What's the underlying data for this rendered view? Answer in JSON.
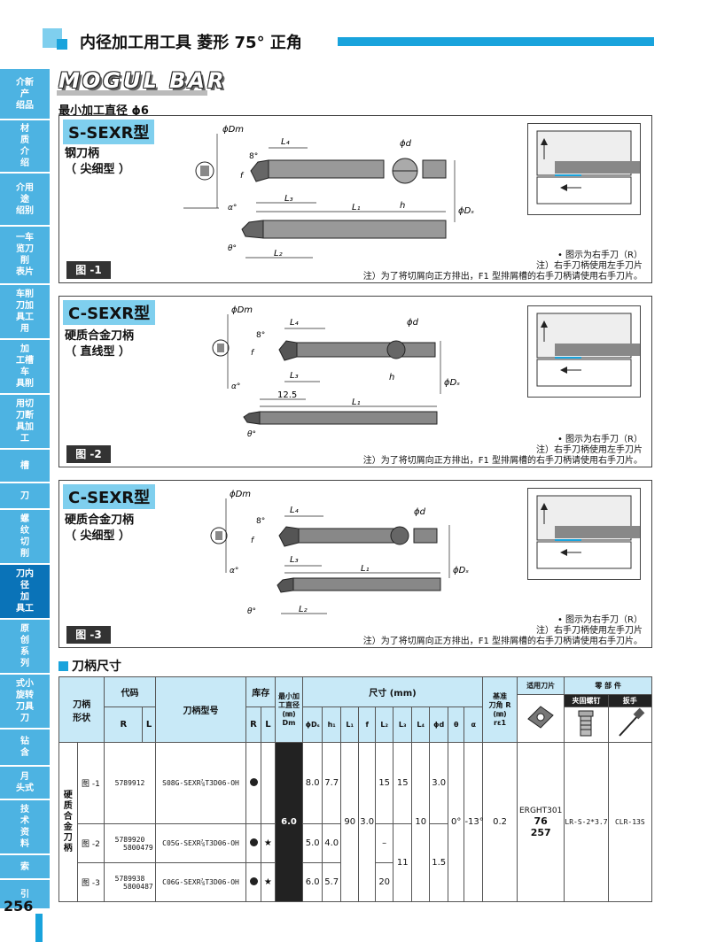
{
  "header": {
    "title": "内径加工用工具 菱形 75° 正角"
  },
  "sidebar": {
    "items": [
      {
        "label": "介新\n产\n绍品"
      },
      {
        "label": "材\n质\n介\n绍"
      },
      {
        "label": "介用\n途\n绍别"
      },
      {
        "label": "一车\n览刀\n削\n表片"
      },
      {
        "label": "车削\n刀加\n具工\n用"
      },
      {
        "label": "加\n工槽\n车\n具削"
      },
      {
        "label": "用切\n刀断\n具加\n工"
      },
      {
        "label": "槽"
      },
      {
        "label": "刀"
      },
      {
        "label": "螺\n纹\n切\n削"
      },
      {
        "label": "刀内\n径\n加\n具工"
      },
      {
        "label": "原\n创\n系\n列"
      },
      {
        "label": "式小\n旋转\n刀具\n刀"
      },
      {
        "label": "钻\n含"
      },
      {
        "label": "月\n头式"
      },
      {
        "label": "技\n术\n资\n料"
      },
      {
        "label": "索"
      },
      {
        "label": "引"
      }
    ]
  },
  "page_number": "256",
  "product": {
    "name": "MOGUL BAR",
    "min_dia": "最小加工直径 ϕ6"
  },
  "panels": [
    {
      "title": "S-SEXR型",
      "sub1": "钢刀柄",
      "sub2": "（ 尖细型 ）",
      "fig": "图 -1",
      "note1": "• 图示为右手刀（R）",
      "note2": "注）右手刀柄使用左手刀片",
      "note3": "注）为了将切屑向正方排出，F1 型排屑槽的右手刀柄请使用右手刀片。",
      "labels": {
        "l4": "L₄",
        "l3": "L₃",
        "l1": "L₁",
        "l2": "L₂",
        "dm": "ϕDm",
        "dd": "ϕd",
        "ds": "ϕDₛ",
        "h": "h",
        "f": "f",
        "a8": "8°",
        "alpha": "α°",
        "theta": "θ°"
      }
    },
    {
      "title": "C-SEXR型",
      "sub1": "硬质合金刀柄",
      "sub2": "（ 直线型 ）",
      "fig": "图 -2",
      "note1": "• 图示为右手刀（R）",
      "note2": "注）右手刀柄使用左手刀片",
      "note3": "注）为了将切屑向正方排出，F1 型排屑槽的右手刀柄请使用右手刀片。",
      "labels": {
        "l4": "L₄",
        "l3": "L₃",
        "l1": "L₁",
        "l2": "",
        "dm": "ϕDm",
        "dd": "ϕd",
        "ds": "ϕDₛ",
        "h": "h",
        "f": "f",
        "a8": "8°",
        "alpha": "α°",
        "theta": "θ°",
        "dim125": "12.5"
      }
    },
    {
      "title": "C-SEXR型",
      "sub1": "硬质合金刀柄",
      "sub2": "（ 尖细型 ）",
      "fig": "图 -3",
      "note1": "• 图示为右手刀（R）",
      "note2": "注）右手刀柄使用左手刀片",
      "note3": "注）为了将切屑向正方排出，F1 型排屑槽的右手刀柄请使用右手刀片。",
      "labels": {
        "l4": "L₄",
        "l3": "L₃",
        "l1": "L₁",
        "l2": "L₂",
        "dm": "ϕDm",
        "dd": "ϕd",
        "ds": "ϕDₛ",
        "h": "",
        "f": "f",
        "a8": "8°",
        "alpha": "α°",
        "theta": "θ°"
      }
    }
  ],
  "section": {
    "title": "刀柄尺寸"
  },
  "table": {
    "h_shape": "刀柄\n形状",
    "h_code": "代码",
    "h_model": "刀柄型号",
    "h_stock": "库存",
    "h_mindia": "最小加\n工直径\n(㎜)\nDm",
    "h_dims": "尺寸 (mm)",
    "h_radius": "基准\n刀角 R\n(㎜)\nrε1",
    "h_insert": "适用刀片",
    "h_parts": "零 部 件",
    "h_clamp": "夹固螺钉",
    "h_wrench": "扳手",
    "h_R": "R",
    "h_L": "L",
    "dim_cols": [
      "ϕDₛ",
      "h₁",
      "L₁",
      "f",
      "L₂",
      "L₃",
      "L₄",
      "ϕd",
      "θ",
      "α"
    ],
    "group1": "硬\n质\n合",
    "group2": "金\n刀\n柄",
    "rows": [
      {
        "fig": "图 -1",
        "codeR": "5789912",
        "codeL": "",
        "model": "S08G-SEXR⅞T3D06-OH",
        "stockR": "●",
        "stockL": "",
        "ds": "8.0",
        "h1": "7.7",
        "l2": "15",
        "l3": "15",
        "dd": "3.0"
      },
      {
        "fig": "图 -2",
        "codeR": "5789920",
        "codeL": "5800479",
        "model": "C05G-SEXR⅞T3D06-OH",
        "stockR": "●",
        "stockL": "★",
        "ds": "5.0",
        "h1": "4.0",
        "l2": "–",
        "l3": "",
        "dd": ""
      },
      {
        "fig": "图 -3",
        "codeR": "5789938",
        "codeL": "5800487",
        "model": "C06G-SEXR⅞T3D06-OH",
        "stockR": "●",
        "stockL": "★",
        "ds": "6.0",
        "h1": "5.7",
        "l2": "20",
        "l3": "11",
        "dd": "1.5"
      }
    ],
    "shared": {
      "mindia": "6.0",
      "l1": "90",
      "f": "3.0",
      "l4": "10",
      "theta": "0°",
      "alpha": "-13°",
      "radius": "0.2",
      "insert1": "ERGHT301",
      "insert2": "76",
      "insert3": "257",
      "clamp": "LR-S-2*3.7",
      "wrench": "CLR-13S"
    }
  }
}
